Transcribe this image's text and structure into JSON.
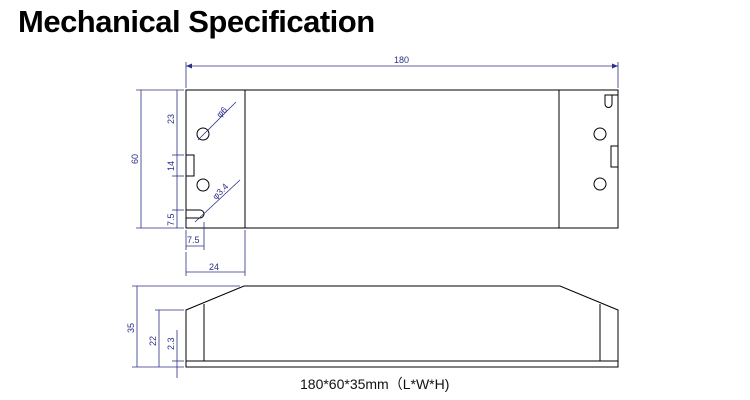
{
  "title": "Mechanical Specification",
  "dimensions": {
    "length": "180",
    "width": "60",
    "top_offset": "23",
    "slot_height": "14",
    "bottom_offset": "7.5",
    "slot_bottom_width": "7.5",
    "end_cap_width": "24",
    "mount_hole": "φ6",
    "slot_hole": "φ3.4",
    "height": "35",
    "body_height": "22",
    "base_thickness": "2.3"
  },
  "caption": "180*60*35mm（L*W*H)",
  "colors": {
    "outline": "#000000",
    "dimension": "#2b2f86"
  }
}
